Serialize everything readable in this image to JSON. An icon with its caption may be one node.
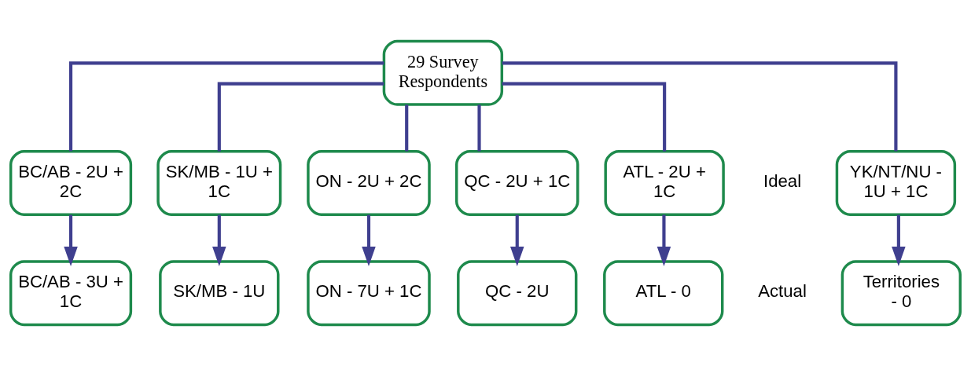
{
  "diagram": {
    "nodes": [
      {
        "text": [
          "29 Survey Respondents"
        ]
      },
      {
        "text": [
          "YK/NT/NU - 1U + 1C"
        ]
      },
      {
        "text": [
          "BC/AB - 2U + 2C"
        ]
      },
      {
        "text": [
          "SK/MB - 1U + 1C"
        ]
      },
      {
        "text": [
          "ON - 2U + 2C"
        ]
      },
      {
        "text": [
          "QC - 2U + 1C"
        ]
      },
      {
        "text": [
          "ATL - 2U + 1C"
        ]
      },
      {
        "text": [
          "Territories - 0"
        ]
      },
      {
        "text": [
          "BC/AB - 3U + 1C"
        ]
      },
      {
        "text": [
          "SK/MB - 1U"
        ]
      },
      {
        "text": [
          "ON - 7U + 1C"
        ]
      },
      {
        "text": [
          "QC - 2U"
        ]
      },
      {
        "text": [
          "ATL - 0"
        ]
      }
    ],
    "edges": [
      {
        "from": 0,
        "to": 1,
        "arrow": "none"
      },
      {
        "from": 0,
        "to": 2,
        "arrow": "none"
      },
      {
        "from": 0,
        "to": 3,
        "arrow": "none"
      },
      {
        "from": 0,
        "to": 4,
        "arrow": "none"
      },
      {
        "from": 0,
        "to": 5,
        "arrow": "none"
      },
      {
        "from": 0,
        "to": 6,
        "arrow": "none"
      },
      {
        "from": 1,
        "to": 7,
        "arrow": "to"
      },
      {
        "from": 2,
        "to": 8,
        "arrow": "to"
      },
      {
        "from": 3,
        "to": 9,
        "arrow": "to"
      },
      {
        "from": 4,
        "to": 10,
        "arrow": "to"
      },
      {
        "from": 5,
        "to": 11,
        "arrow": "to"
      },
      {
        "from": 6,
        "to": 12,
        "arrow": "to"
      }
    ],
    "labels": [
      "Ideal",
      "Actual"
    ]
  }
}
